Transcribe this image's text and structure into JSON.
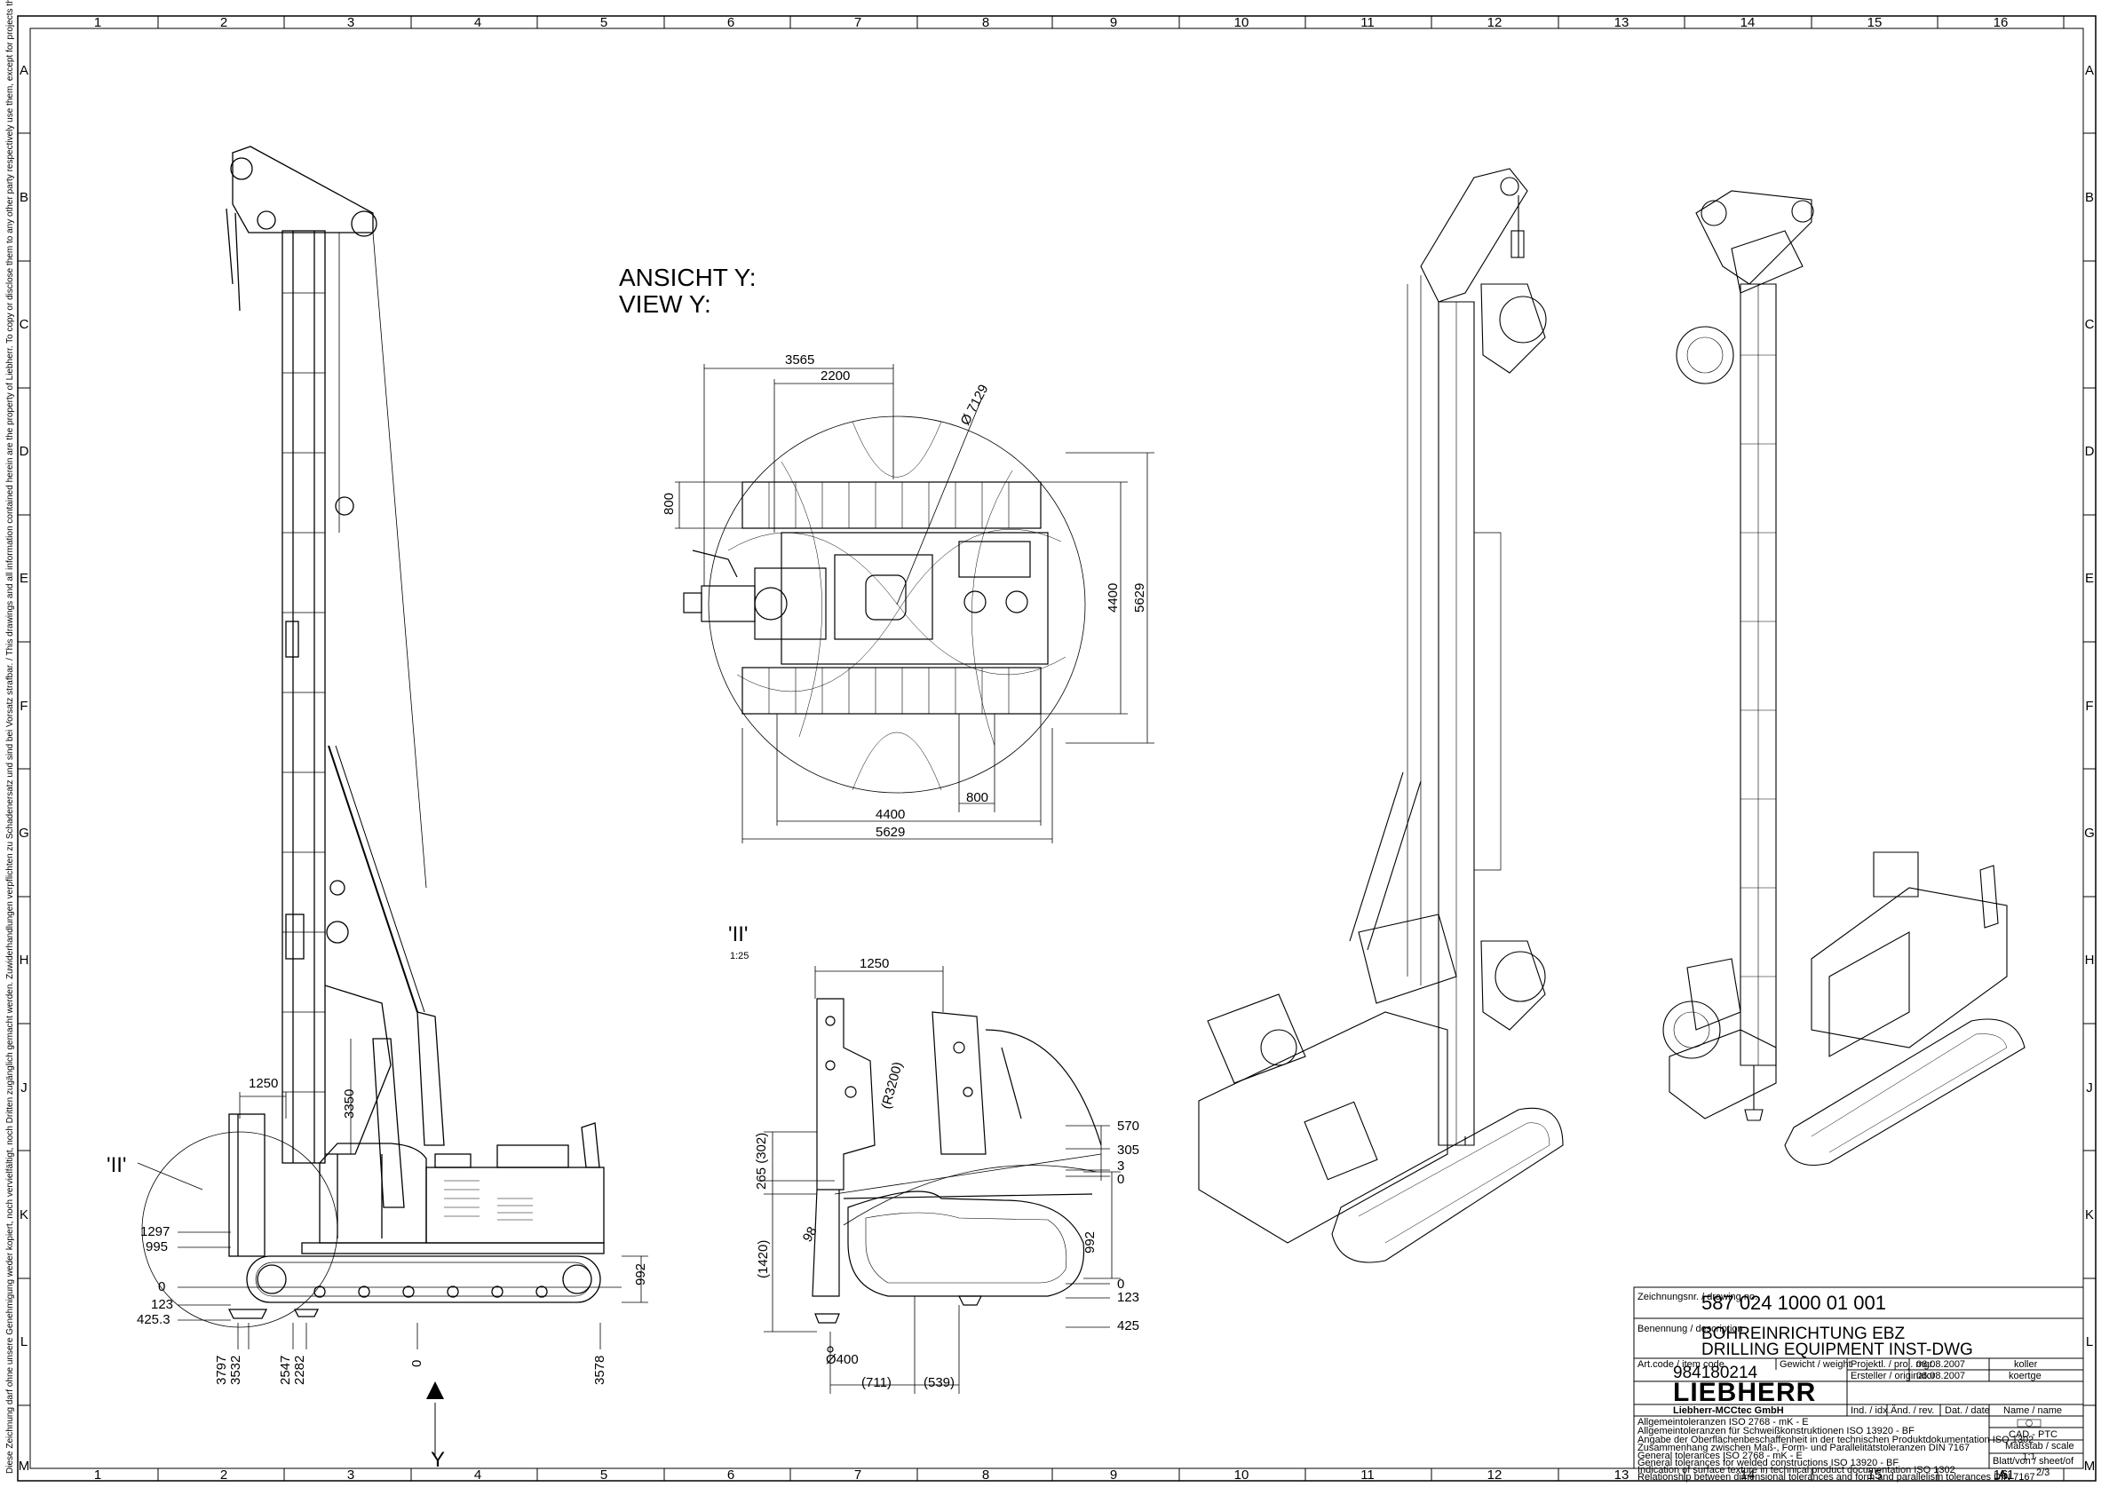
{
  "zones": {
    "columns": [
      "1",
      "2",
      "3",
      "4",
      "5",
      "6",
      "7",
      "8",
      "9",
      "10",
      "11",
      "12",
      "13",
      "14",
      "15",
      "16"
    ],
    "rows": [
      "A",
      "B",
      "C",
      "D",
      "E",
      "F",
      "G",
      "H",
      "J",
      "K",
      "L",
      "M"
    ]
  },
  "view_y": {
    "title_de": "ANSICHT Y:",
    "title_en": "VIEW Y:"
  },
  "top_dims": {
    "d3565": "3565",
    "d2200": "2200",
    "d7129": "Ø 7129",
    "d800_left": "800",
    "d4400_right": "4400",
    "d5629_right": "5629",
    "d800_bottom": "800",
    "d4400_bottom": "4400",
    "d5629_bottom": "5629"
  },
  "detail": {
    "label": "'II'",
    "scale": "1:25",
    "d1250": "1250",
    "r3200": "(R3200)",
    "d570": "570",
    "d305": "305",
    "d3": "3",
    "d0a": "0",
    "d265": "265 (302)",
    "d1420": "(1420)",
    "d98": "98",
    "d992": "992",
    "d0b": "0",
    "d123": "123",
    "d425": "425",
    "d400": "Ø400",
    "d711": "(711)",
    "d539": "(539)"
  },
  "side_view": {
    "d1250": "1250",
    "d3350": "3350",
    "d1297": "1297",
    "d995": "995",
    "d0": "0",
    "d123": "123",
    "d425": "425.3",
    "d992": "992",
    "d3797": "3797",
    "d3532": "3532",
    "d2547": "2547",
    "d2282": "2282",
    "d0_bottom": "0",
    "d3578": "3578",
    "detail_ref": "'II'",
    "arrow_label": "Y"
  },
  "title_block": {
    "drawing_no_label": "Zeichnungsnr. / drawing no.",
    "drawing_no": "587 024 1000 01 001",
    "description_label": "Benennung / description",
    "description_de": "BOHREINRICHTUNG EBZ",
    "description_en": "DRILLING EQUIPMENT INST-DWG",
    "art_code_label": "Art.code / item code",
    "art_code": "984180214",
    "weight_label": "Gewicht / weight",
    "proj_mgr_label": "Projektl. / proj. mgr.",
    "proj_mgr_date": "06.08.2007",
    "proj_mgr_name": "koller",
    "originator_label": "Ersteller / originator",
    "originator_date": "06.08.2007",
    "originator_name": "koertge",
    "company_logo": "LIEBHERR",
    "company_name": "Liebherr-MCCtec GmbH",
    "ind_label": "Ind. / idx.",
    "change_label": "Änd. / rev.",
    "date_label": "Dat. / date",
    "name_label": "Name / name",
    "cad_label": "CAD - PTC",
    "scale_label": "Maßstab / scale",
    "scale_value": "1:1",
    "sheet_label": "Blatt/von / sheet/of",
    "sheet_value": "2/3",
    "format": "A1",
    "tol1": "Allgemeintoleranzen ISO 2768 - mK - E",
    "tol2": "Allgemeintoleranzen für Schweißkonstruktionen ISO 13920 - BF",
    "tol3": "Angabe der Oberflächenbeschaffenheit in der technischen Produktdokumentation  ISO 1302",
    "tol4": "Zusammenhang zwischen Maß-, Form- und Parallelitätstoleranzen DIN 7167",
    "tol5": "General tolerances ISO 2768 - mK - E",
    "tol6": "General tolerances for welded constructions ISO 13920 - BF",
    "tol7": "Indication of surface texture in technical product documentation ISO 1302",
    "tol8": "Relationship between dimensional tolerances and form and parallelism tolerances  DIN 7167"
  },
  "margin_note": "Diese Zeichnung darf ohne unsere Genehmigung weder kopiert, noch vervielfältigt, noch Dritten zugänglich gemacht werden. Zuwiderhandlungen verpflichten zu Schadenersatz und sind bei Vorsatz strafbar. / This drawings and all information contained herein are the property of Liebherr. To copy or disclose them to any other party respectively use them, except for projects they were provided for, is forbidden. Liebherr-Werk Nenzing GmbH, A-6710 Nenzing/AUSTRIA"
}
